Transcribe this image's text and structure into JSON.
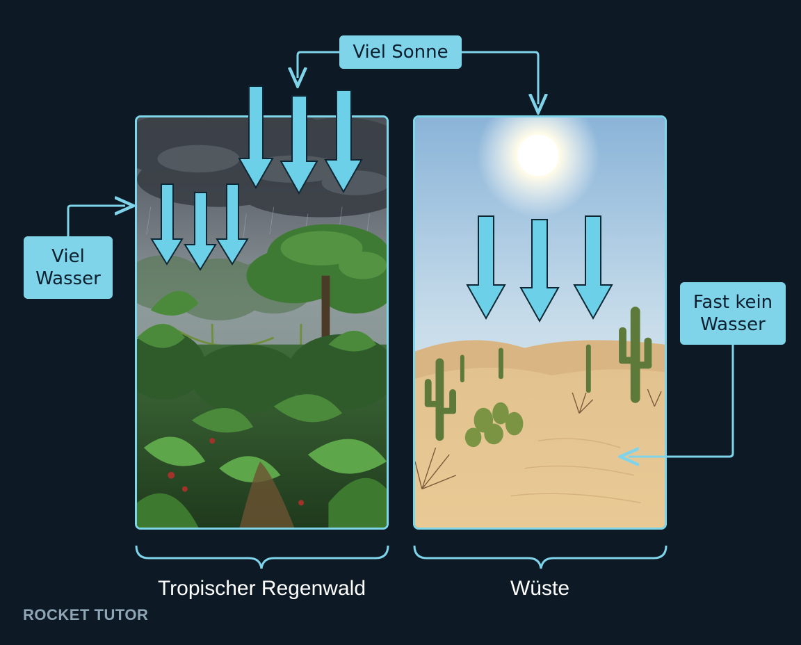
{
  "labels": {
    "sun": "Viel Sonne",
    "water": "Viel\nWasser",
    "no_water": "Fast kein\nWasser"
  },
  "captions": {
    "rainforest": "Tropischer Regenwald",
    "desert": "Wüste"
  },
  "logo": "ROCKET TUTOR",
  "colors": {
    "background": "#0d1a26",
    "accent": "#80d4ea",
    "arrow_fill": "#6cd0e8"
  }
}
